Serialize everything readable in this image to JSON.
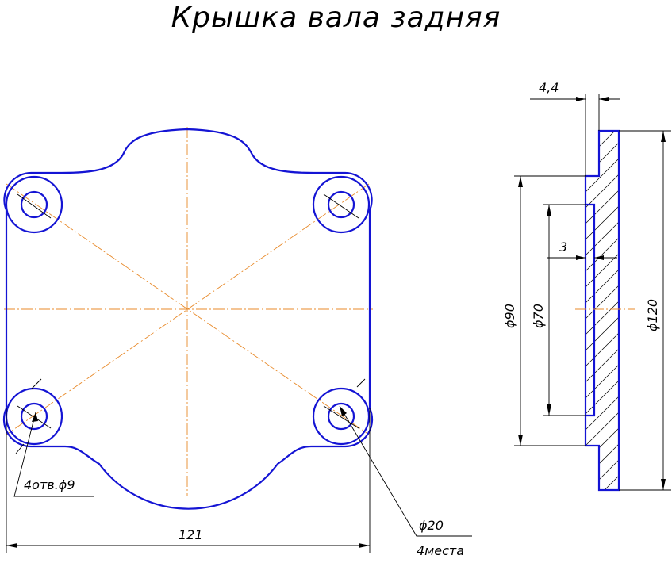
{
  "title": "Крышка вала задняя",
  "labels": {
    "holes": "4отв.ϕ9",
    "boss_diameter": "ϕ20",
    "boss_count": "4места",
    "width": "121",
    "flange_thickness": "4,4",
    "recess_depth": "3",
    "diameter_90": "ϕ90",
    "diameter_70": "ϕ70",
    "diameter_120": "ϕ120"
  },
  "colors": {
    "outline": "#1414d4",
    "centerline": "#e88a2a",
    "dimension": "#000000"
  }
}
